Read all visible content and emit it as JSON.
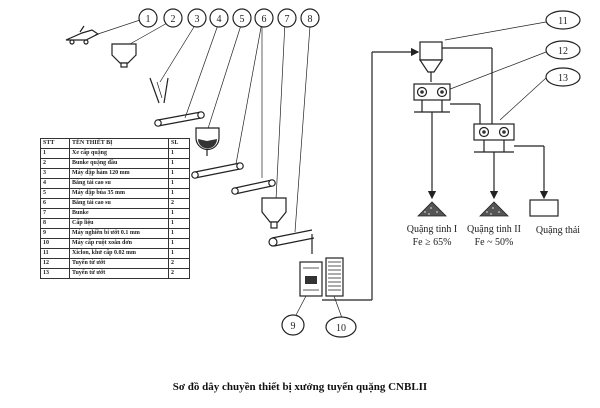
{
  "callouts": [
    "1",
    "2",
    "3",
    "4",
    "5",
    "6",
    "7",
    "8",
    "9",
    "10",
    "11",
    "12",
    "13"
  ],
  "table": {
    "headers": [
      "STT",
      "TÊN THIẾT BỊ",
      "SL"
    ],
    "rows": [
      [
        "1",
        "Xe cấp quặng",
        "1"
      ],
      [
        "2",
        "Bunke quặng đầu",
        "1"
      ],
      [
        "3",
        "Máy đập hàm 120 mm",
        "1"
      ],
      [
        "4",
        "Băng tải cao su",
        "1"
      ],
      [
        "5",
        "Máy đập búa 35 mm",
        "1"
      ],
      [
        "6",
        "Băng tải cao su",
        "2"
      ],
      [
        "7",
        "Bunke",
        "1"
      ],
      [
        "8",
        "Cấp liệu",
        "1"
      ],
      [
        "9",
        "Máy nghiền bi ướt 0.1 mm",
        "1"
      ],
      [
        "10",
        "Máy cấp ruột xoắn đơn",
        "1"
      ],
      [
        "11",
        "Xiclon, khử cấp 0.02 mm",
        "1"
      ],
      [
        "12",
        "Tuyển từ ướt",
        "2"
      ],
      [
        "13",
        "Tuyển từ ướt",
        "2"
      ]
    ]
  },
  "products": {
    "p1_name": "Quặng tinh I",
    "p1_grade": "Fe ≥ 65%",
    "p2_name": "Quặng tinh II",
    "p2_grade": "Fe ~ 50%",
    "p3_name": "Quặng thải"
  },
  "caption": "Sơ đồ dây chuyền thiết bị xưởng tuyển quặng CNBLII"
}
